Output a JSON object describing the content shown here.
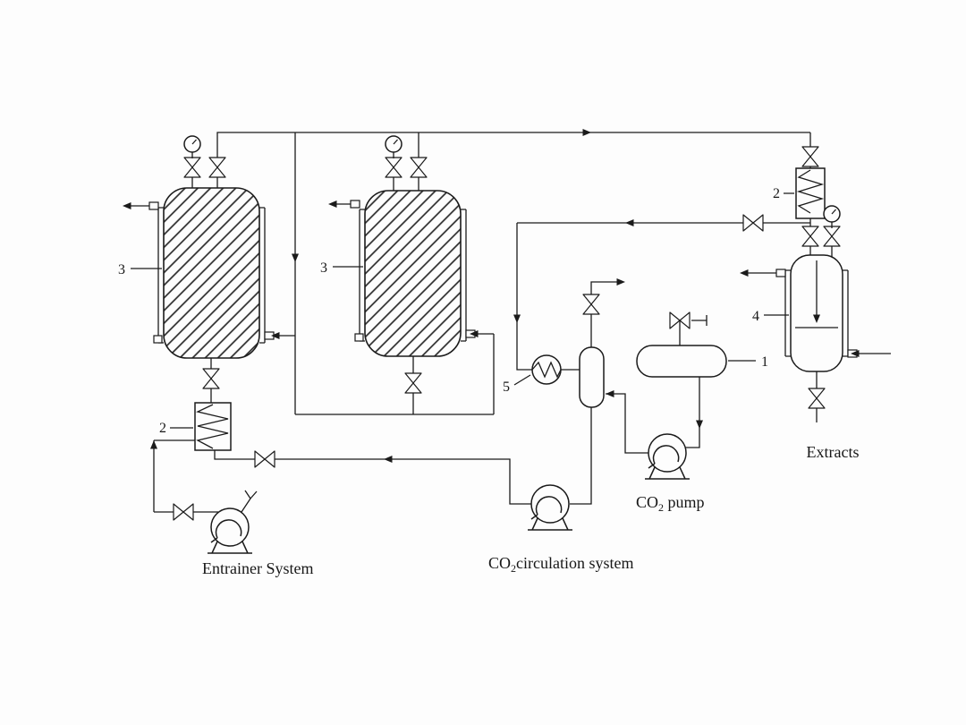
{
  "diagram": {
    "type": "process-flow-diagram",
    "subject": "supercritical CO2 extraction plant",
    "colors": {
      "line": "#1b1b1b",
      "background": "#fdfdfd",
      "hatch": "#2a2a2a"
    },
    "labels": {
      "vessel_left": "3",
      "vessel_middle": "3",
      "hx_top": "2",
      "hx_entrainer": "2",
      "separator": "4",
      "tank": "1",
      "condenser": "5",
      "extracts": "Extracts",
      "co2_pump": {
        "pre": "CO",
        "sub": "2",
        "post": " pump"
      },
      "co2_circulation": {
        "pre": "CO",
        "sub": "2",
        "post": "circulation system"
      },
      "entrainer_system": "Entrainer System"
    }
  }
}
